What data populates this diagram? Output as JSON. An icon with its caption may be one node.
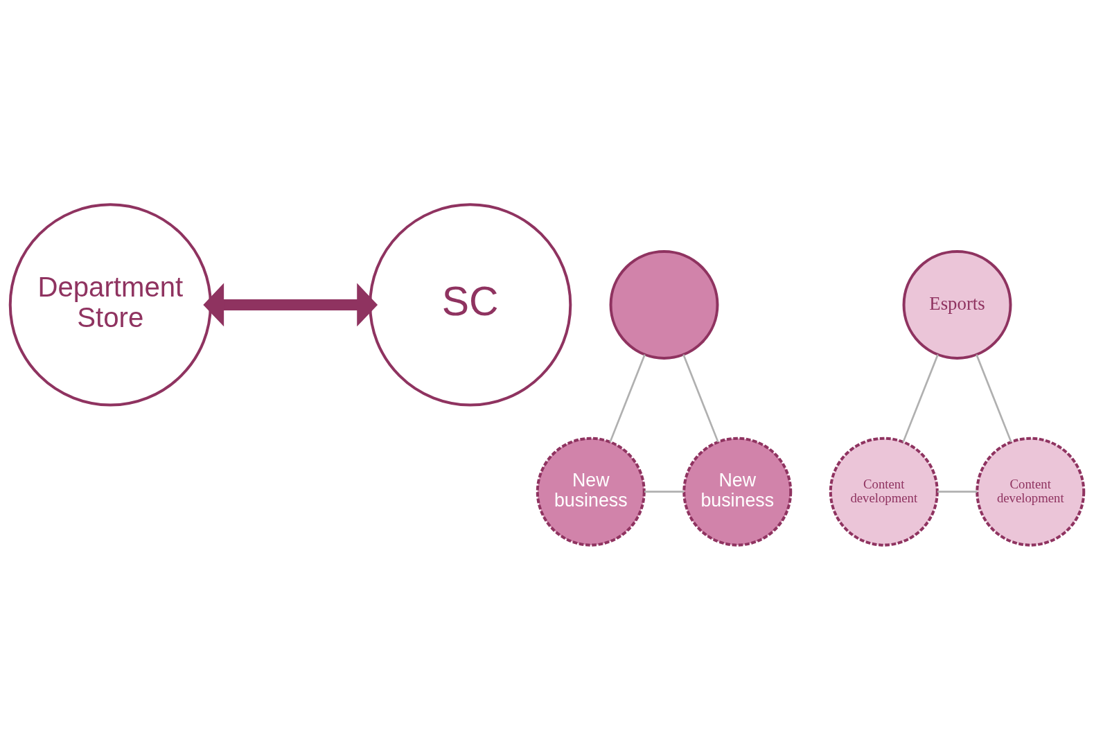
{
  "diagram": {
    "nodes": [
      {
        "text": [
          "Department Store"
        ]
      },
      {
        "text": [
          "SC"
        ]
      },
      {
        "text": [],
        "shape": "circle"
      },
      {
        "text": [
          "New business"
        ]
      },
      {
        "text": [
          "New business"
        ]
      },
      {
        "text": [
          "Esports"
        ]
      },
      {
        "text": [
          "Content development"
        ]
      },
      {
        "text": [
          "Content development"
        ]
      }
    ],
    "edges": [
      {
        "from": 0,
        "to": 1,
        "arrow": "both",
        "style": "thick",
        "color": "#8f3360"
      },
      {
        "from": 2,
        "to": 3,
        "arrow": "none"
      },
      {
        "from": 2,
        "to": 4,
        "arrow": "none"
      },
      {
        "from": 3,
        "to": 4,
        "arrow": "none"
      },
      {
        "from": 5,
        "to": 6,
        "arrow": "none"
      },
      {
        "from": 5,
        "to": 7,
        "arrow": "none"
      },
      {
        "from": 6,
        "to": 7,
        "arrow": "none"
      }
    ]
  }
}
